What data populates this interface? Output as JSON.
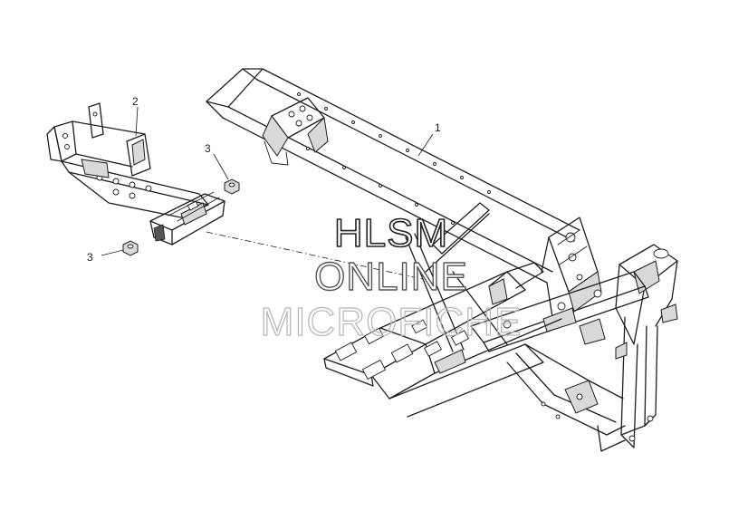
{
  "callouts": {
    "frame": "1",
    "bracket": "2",
    "nut_upper": "3",
    "nut_lower": "3"
  },
  "watermark": {
    "line1": "HLSM",
    "line2": "ONLINE",
    "line3": "MICROFICHE"
  },
  "colors": {
    "line": "#1e1e1e",
    "background": "#ffffff",
    "shade": "#d9d9d9"
  }
}
